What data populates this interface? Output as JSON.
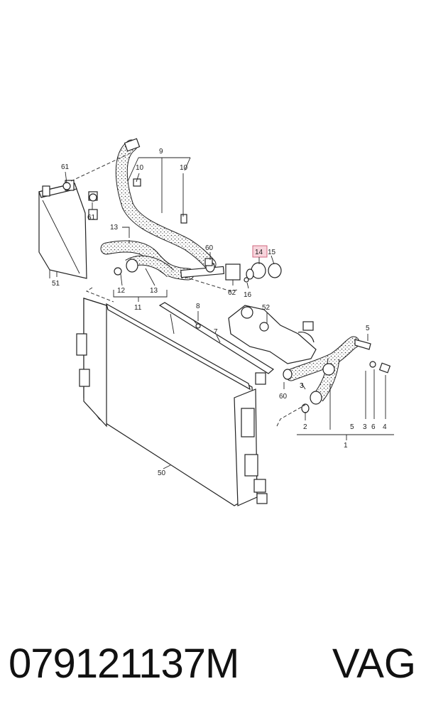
{
  "caption": {
    "part_number": "079121137M",
    "brand": "VAG"
  },
  "highlighted_callout": "14",
  "callouts": [
    {
      "id": "c9",
      "text": "9"
    },
    {
      "id": "c10a",
      "text": "10"
    },
    {
      "id": "c10b",
      "text": "10"
    },
    {
      "id": "c61a",
      "text": "61"
    },
    {
      "id": "c61b",
      "text": "61"
    },
    {
      "id": "c51",
      "text": "51"
    },
    {
      "id": "c13a",
      "text": "13"
    },
    {
      "id": "c60a",
      "text": "60"
    },
    {
      "id": "c14",
      "text": "14"
    },
    {
      "id": "c15",
      "text": "15"
    },
    {
      "id": "c62",
      "text": "62"
    },
    {
      "id": "c16",
      "text": "16"
    },
    {
      "id": "c12",
      "text": "12"
    },
    {
      "id": "c13b",
      "text": "13"
    },
    {
      "id": "c11",
      "text": "11"
    },
    {
      "id": "c52",
      "text": "52"
    },
    {
      "id": "c8",
      "text": "8"
    },
    {
      "id": "c7",
      "text": "7"
    },
    {
      "id": "c5a",
      "text": "5"
    },
    {
      "id": "c3a",
      "text": "3"
    },
    {
      "id": "c60b",
      "text": "60"
    },
    {
      "id": "c2",
      "text": "2"
    },
    {
      "id": "c5b",
      "text": "5"
    },
    {
      "id": "c3b",
      "text": "3"
    },
    {
      "id": "c6",
      "text": "6"
    },
    {
      "id": "c4",
      "text": "4"
    },
    {
      "id": "c1",
      "text": "1"
    },
    {
      "id": "c50",
      "text": "50"
    }
  ]
}
